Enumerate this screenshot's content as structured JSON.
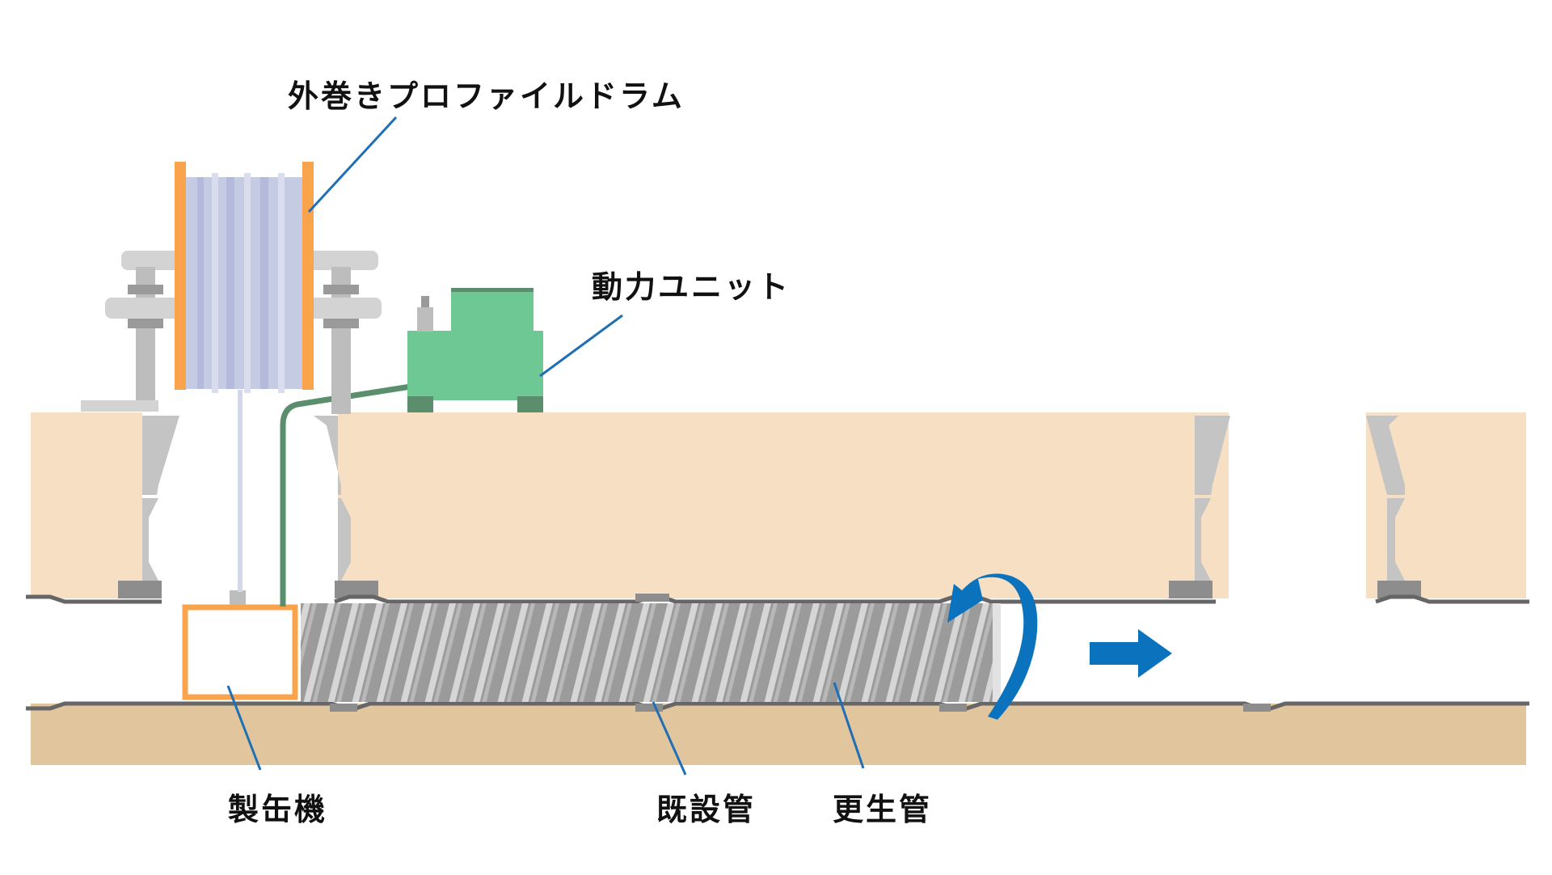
{
  "labels": {
    "drum": "外巻きプロファイルドラム",
    "power_unit": "動力ユニット",
    "machine": "製缶機",
    "existing_pipe": "既設管",
    "renewal_pipe": "更生管"
  },
  "colors": {
    "soil_upper": "#f6dfc2",
    "soil_lower": "#e1c59d",
    "manhole": "#c4c4c4",
    "manhole_base": "#8d8d8d",
    "pipe_line": "#666666",
    "drum_flange": "#f9a44d",
    "drum_core": "#c4cbe2",
    "power_unit": "#6dc893",
    "power_unit_dark": "#5a8e6c",
    "machine_frame": "#f9a44d",
    "leader_line": "#1f6fb4",
    "arrow": "#0b72bd"
  },
  "icons": {
    "rotation": "rotation-arrow-icon",
    "direction": "right-arrow-icon"
  }
}
